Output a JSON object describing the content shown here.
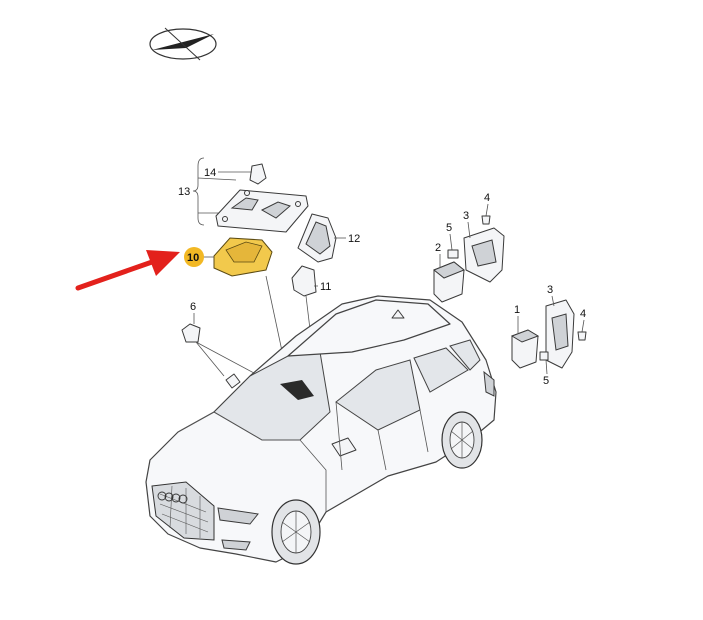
{
  "callouts": {
    "c1": "1",
    "c2": "2",
    "c3a": "3",
    "c3b": "3",
    "c4a": "4",
    "c4b": "4",
    "c5a": "5",
    "c5b": "5",
    "c6": "6",
    "c10": "10",
    "c11": "11",
    "c12": "12",
    "c13": "13",
    "c14": "14"
  },
  "colors": {
    "highlight_part": "#f2c94c",
    "highlight_badge": "#f2b824",
    "arrow": "#e3211c"
  },
  "icons": {
    "logo": "compass-logo-icon",
    "pointer": "red-arrow-icon"
  }
}
